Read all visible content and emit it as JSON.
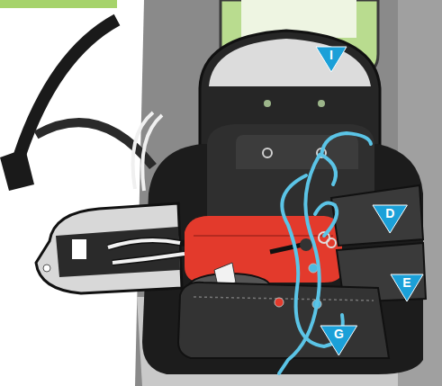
{
  "diagram": {
    "nodes": [
      {
        "text": [
          "I"
        ]
      },
      {
        "text": [
          "D"
        ]
      },
      {
        "text": [
          "E"
        ]
      },
      {
        "text": [
          "G"
        ]
      }
    ]
  }
}
